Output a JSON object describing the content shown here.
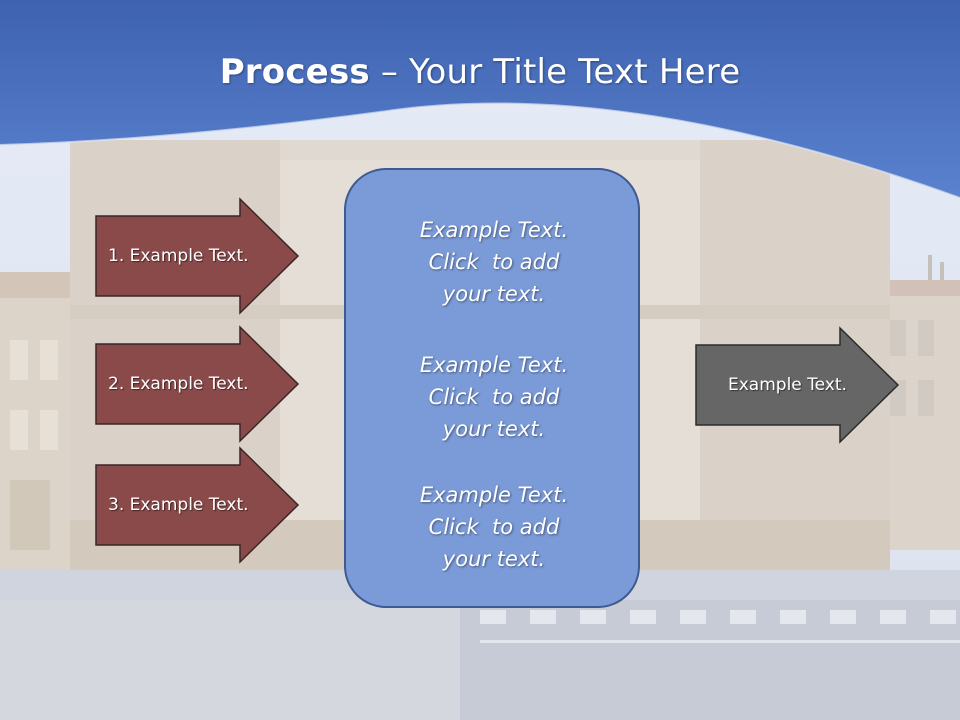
{
  "title": {
    "bold": "Process",
    "rest": " – Your Title Text Here"
  },
  "left_arrows": [
    {
      "label": "1. Example Text."
    },
    {
      "label": "2. Example Text."
    },
    {
      "label": "3. Example Text."
    }
  ],
  "center_panel": {
    "blocks": [
      {
        "lines": [
          "Example Text.",
          "Click  to add",
          "your text."
        ]
      },
      {
        "lines": [
          "Example Text.",
          "Click  to add",
          "your text."
        ]
      },
      {
        "lines": [
          "Example Text.",
          "Click  to add",
          "your text."
        ]
      }
    ]
  },
  "right_arrow": {
    "label": "Example Text."
  },
  "colors": {
    "header_blue": "#4f74c0",
    "panel_fill": "#7b9bd8",
    "arrow_red": "#8a4a4a",
    "arrow_gray": "#666666"
  }
}
